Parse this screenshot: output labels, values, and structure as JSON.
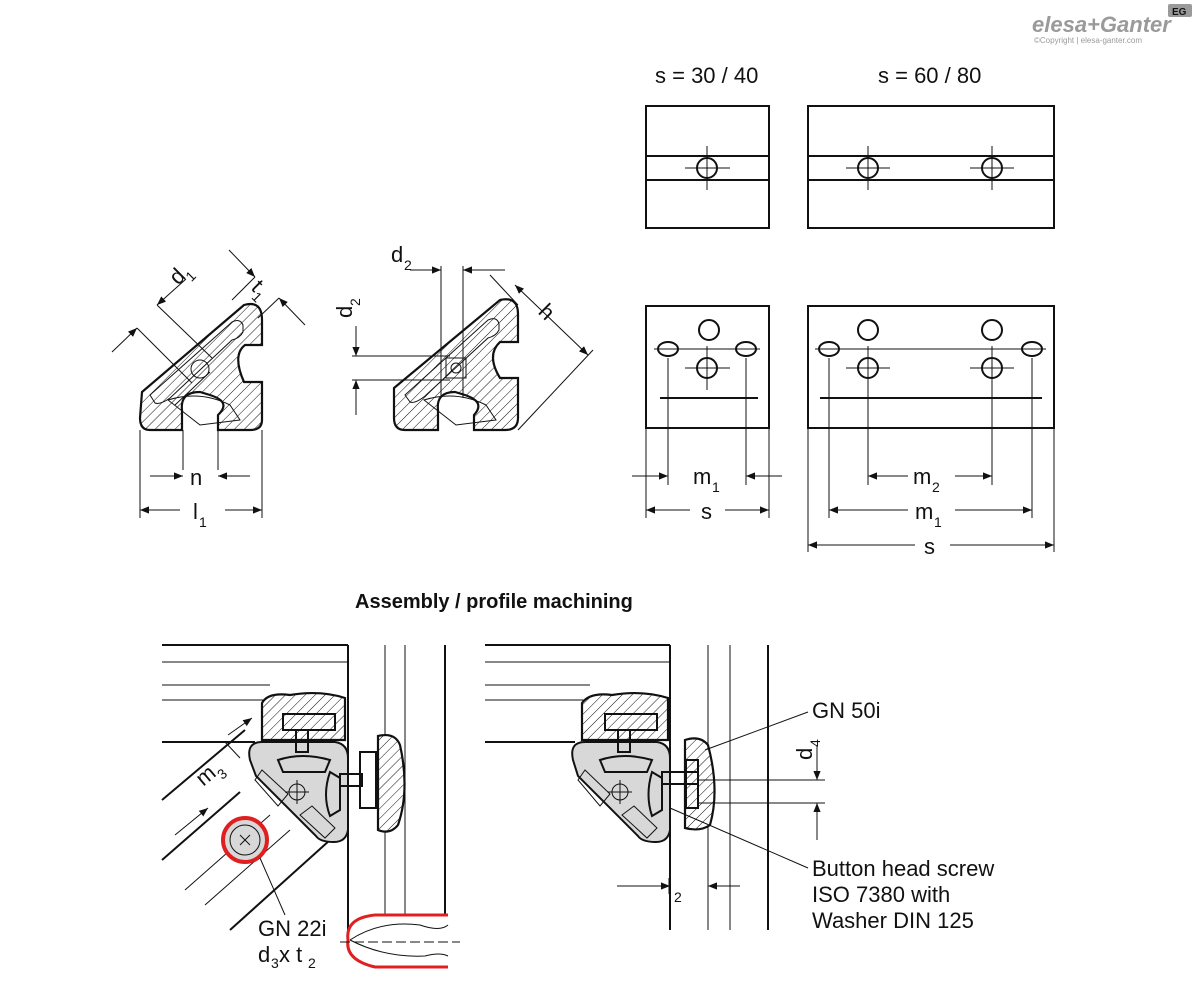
{
  "logo": {
    "brand": "elesa+Ganter",
    "badge": "EG",
    "copyright": "©Copyright | elesa-ganter.com"
  },
  "views": {
    "s_small": "s = 30 / 40",
    "s_large": "s = 60 / 80"
  },
  "dims": {
    "d1": "d",
    "d1_sub": "1",
    "t1": "t",
    "t1_sub": "1",
    "d2a": "d",
    "d2a_sub": "2",
    "d2b": "d",
    "d2b_sub": "2",
    "h": "h",
    "n": "n",
    "l1": "l",
    "l1_sub": "1",
    "m1a": "m",
    "m1a_sub": "1",
    "sa": "s",
    "m2": "m",
    "m2_sub": "2",
    "m1b": "m",
    "m1b_sub": "1",
    "sb": "s",
    "m3": "m",
    "m3_sub": "3",
    "d4": "d",
    "d4_sub": "4",
    "l2": "l",
    "l2_sub": "2"
  },
  "section_title": "Assembly / profile machining",
  "callouts": {
    "gn50": "GN 50i",
    "gn22": "GN 22i",
    "d3t2_d": "d",
    "d3t2_d_sub": "3",
    "d3t2_x": " x t",
    "d3t2_t_sub": "2",
    "screw_line1": "Button head screw",
    "screw_line2": "ISO 7380 with",
    "screw_line3": "Washer DIN 125"
  },
  "colors": {
    "accent": "#e02020",
    "logo": "#9a9a9a",
    "gray_fill": "#d8d8d8"
  }
}
